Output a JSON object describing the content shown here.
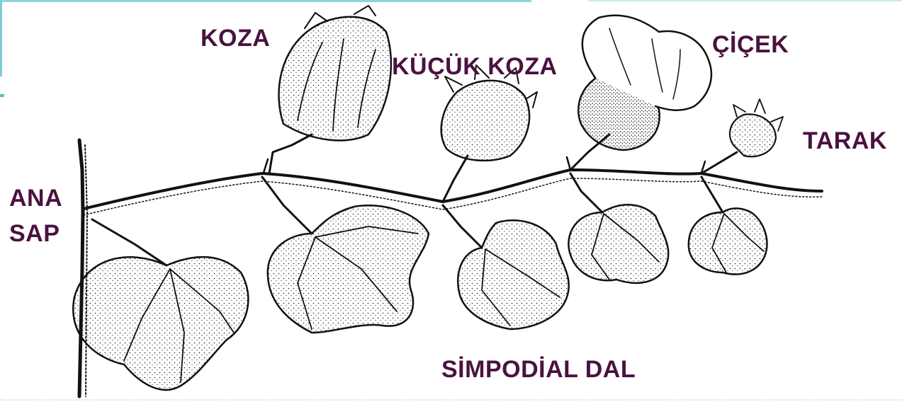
{
  "labels": {
    "koza": "KOZA",
    "kucuk_koza": "KÜÇÜK KOZA",
    "cicek": "ÇİÇEK",
    "tarak": "TARAK",
    "ana": "ANA",
    "sap": "SAP",
    "simpodial_dal": "SİMPODİAL DAL"
  },
  "colors": {
    "label_text": "#4a1240",
    "line_art": "#111111",
    "frame_accent": "#8fd3df"
  }
}
